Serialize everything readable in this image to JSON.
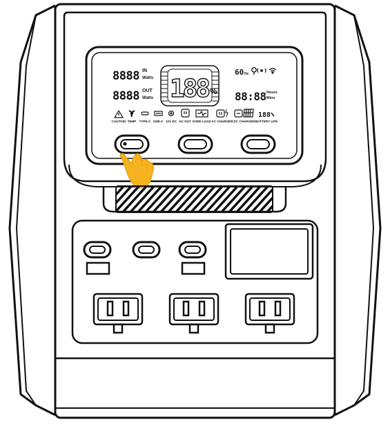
{
  "display": {
    "input_readout": "8888",
    "input_unit_top": "IN",
    "input_unit_bottom": "Watts",
    "output_readout": "8888",
    "output_unit_top": "OUT",
    "output_unit_bottom": "Watts",
    "battery_percent": "188",
    "percent_sign": "%",
    "frequency": "60",
    "frequency_unit": "Hz",
    "time_readout": "88:88",
    "time_unit_top": "Hours",
    "time_unit_bottom": "Mins",
    "battery_life_digits": "188",
    "labels": [
      "CAUTION",
      "TEMP",
      "TYPE-C",
      "USB-A",
      "12V DC",
      "AC OUT",
      "OVER LOAD",
      "AC CHARGER",
      "DC CHARGER",
      "BATTERY LIFE"
    ]
  },
  "colors": {
    "outline": "#111111",
    "hand_fill": "#f5b31f",
    "hand_shade": "#e29a0c",
    "background": "#ffffff"
  },
  "icons": [
    "warning-icon",
    "fan-icon",
    "usb-c-icon",
    "usb-a-icon",
    "dc-icon",
    "ac-out-icon",
    "overload-icon",
    "ac-charger-icon",
    "dc-charger-icon",
    "wifi-icon",
    "bluetooth-icon",
    "bulb-icon",
    "pointing-hand-icon"
  ]
}
